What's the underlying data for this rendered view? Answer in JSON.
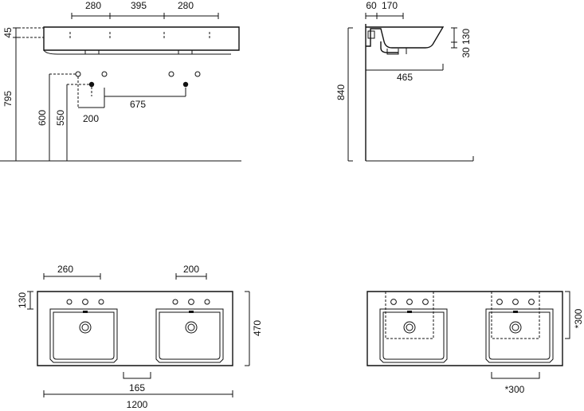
{
  "front_view": {
    "dim_left_hole": "280",
    "dim_center": "395",
    "dim_right_hole": "280",
    "dim_thickness": "45",
    "dim_rim_height": "795",
    "dim_waste_height": "600",
    "dim_supply_height": "550",
    "dim_supply_offset": "200",
    "dim_supply_spacing": "675"
  },
  "side_view": {
    "dim_wall_offset": "60",
    "dim_waste_offset": "170",
    "dim_bowl_depth": "130",
    "dim_lip": "30",
    "dim_depth": "465",
    "dim_total_height": "840"
  },
  "top_view": {
    "dim_tap_span_left": "260",
    "dim_tap_span_right": "200",
    "dim_back_ledge": "130",
    "dim_width_depth": "470",
    "dim_bowl_gap": "165",
    "dim_total_width": "1200"
  },
  "top_view_alt": {
    "dim_side": "*300",
    "dim_bottom": "*300"
  }
}
